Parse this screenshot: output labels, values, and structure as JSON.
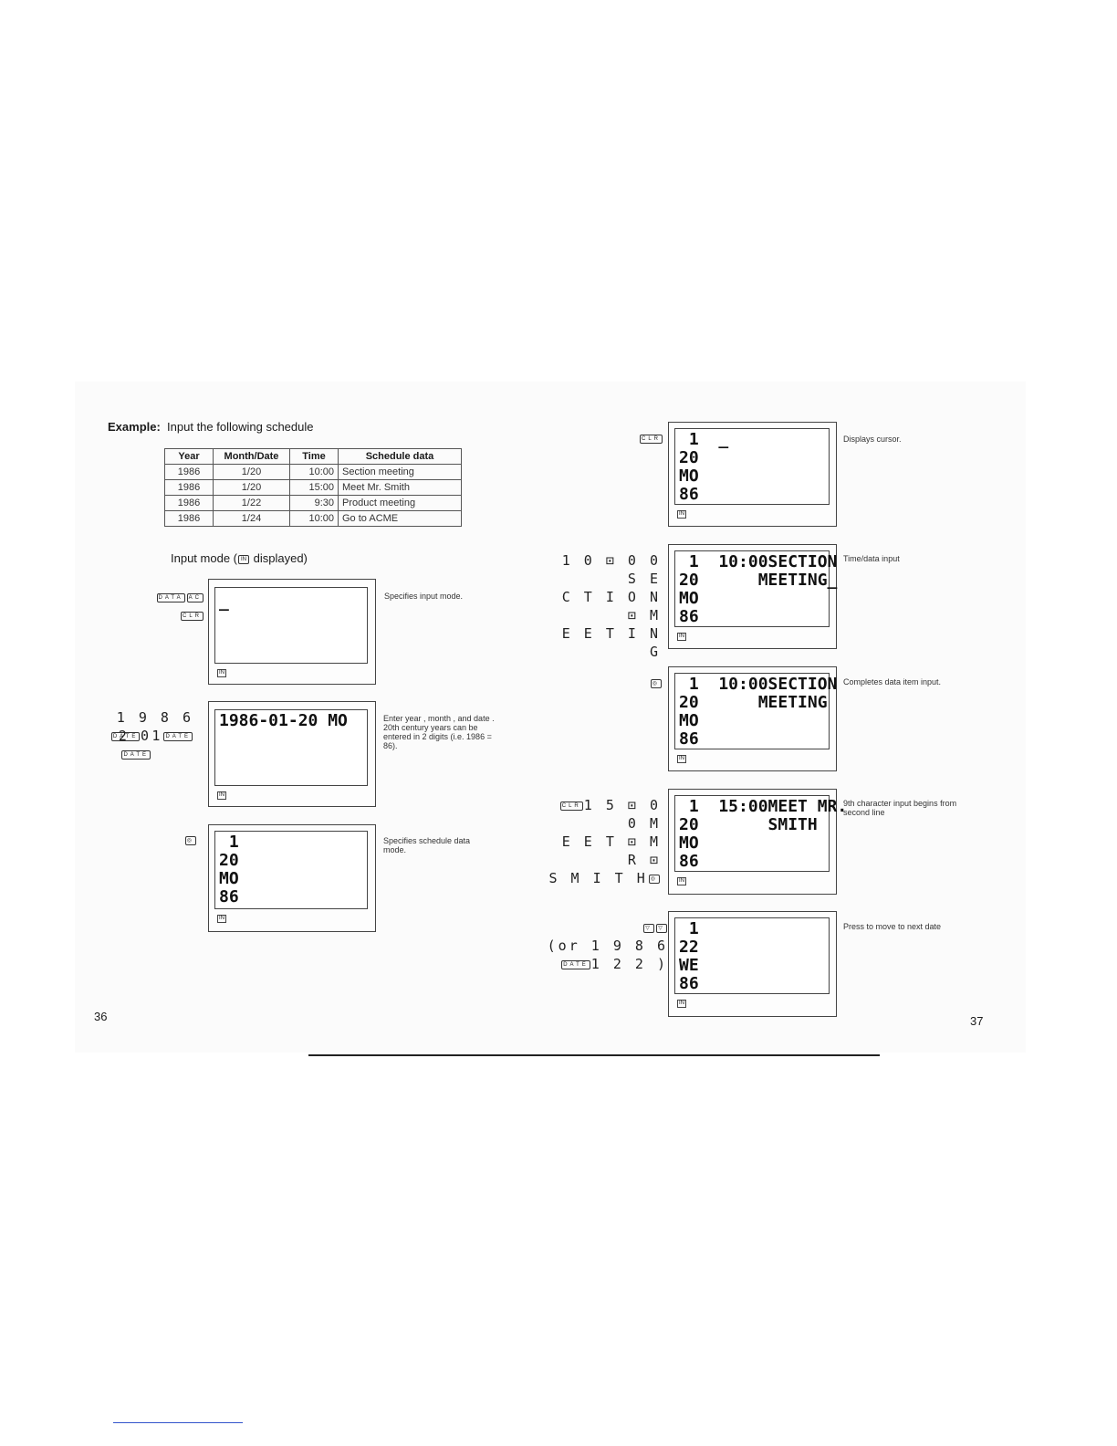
{
  "example": {
    "label": "Example:",
    "text": "Input the following schedule"
  },
  "table": {
    "headers": [
      "Year",
      "Month/Date",
      "Time",
      "Schedule data"
    ],
    "rows": [
      [
        "1986",
        "1/20",
        "10:00",
        "Section meeting"
      ],
      [
        "1986",
        "1/20",
        "15:00",
        "Meet Mr. Smith"
      ],
      [
        "1986",
        "1/22",
        "9:30",
        "Product meeting"
      ],
      [
        "1986",
        "1/24",
        "10:00",
        "Go to ACME"
      ]
    ]
  },
  "input_mode": {
    "prefix": "Input mode (",
    "key": "IN",
    "suffix": "displayed)"
  },
  "left_steps": [
    {
      "keys": [
        "DATA",
        "AC",
        "CLR"
      ],
      "lcd": [
        "_"
      ],
      "note": "Specifies input mode."
    },
    {
      "keys_line1": "1 9 8 6",
      "keys_line2": "2 0",
      "lcd": [
        "1986-01-20 MO"
      ],
      "note": "Enter year , month , and date . 20th century years can be entered in 2 digits (i.e. 1986 = 86)."
    },
    {
      "lcd": [
        " 1",
        "20",
        "MO",
        "86"
      ],
      "note": "Specifies schedule data mode."
    }
  ],
  "right_steps": [
    {
      "lcd": [
        " 1  _",
        "20",
        "MO",
        "86"
      ],
      "note": "Displays cursor."
    },
    {
      "keys": [
        "1 0 ⊡ 0 0 S E",
        "C T I O N ⊡ M",
        "E E T I N G"
      ],
      "lcd": [
        " 1  10:00SECTION",
        "20      MEETING_",
        "MO",
        "86"
      ],
      "note": "Time/data input"
    },
    {
      "lcd": [
        " 1  10:00SECTION",
        "20      MEETING",
        "MO",
        "86"
      ],
      "note": "Completes data item input."
    },
    {
      "keys": [
        "1 5 ⊡ 0 0 M",
        "E E T ⊡ M R ⊡",
        "S M I T H"
      ],
      "lcd": [
        " 1  15:00MEET MR.",
        "20       SMITH",
        "MO",
        "86"
      ],
      "note": "9th character input begins from second line"
    },
    {
      "keys": [
        "",
        "(or 1 9 8 6",
        "1  2 2 )"
      ],
      "lcd": [
        " 1",
        "22",
        "WE",
        "86"
      ],
      "note": "Press  to move to next date"
    }
  ],
  "indicator": "IN",
  "page_left": "36",
  "page_right": "37"
}
